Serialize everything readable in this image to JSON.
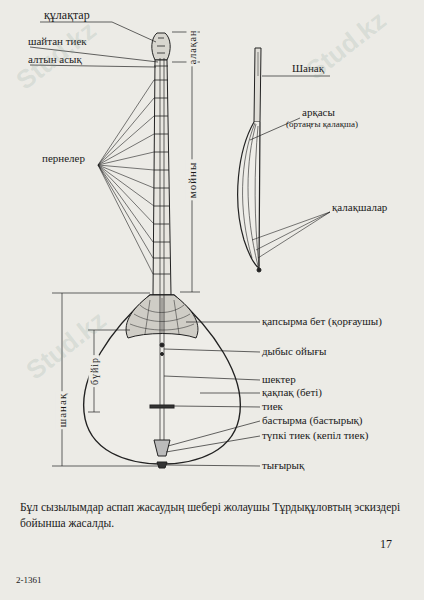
{
  "diagram": {
    "caption": "Бұл сызылымдар аспап жасаудың шебері жолаушы Тұрдықұловтың эскиздері бойынша жасалды.",
    "labels": [
      "құлақтар",
      "шайтан тиек",
      "алтын асық",
      "пернелер",
      "алақан",
      "мойны",
      "Шанақ",
      "арқасы",
      "(ортаңғы қалақша)",
      "қалақшалар",
      "қапсырма бет (қорғаушы)",
      "дыбыс ойығы",
      "шектер",
      "қақпақ (беті)",
      "тиек",
      "бастырма (бастырық)",
      "түпкі тиек (кепіл тиек)",
      "тығырық",
      "бүйір",
      "шанақ",
      "17",
      "2-1361",
      "Stud.kz",
      "Stud.kz",
      "Stud.kz"
    ]
  }
}
